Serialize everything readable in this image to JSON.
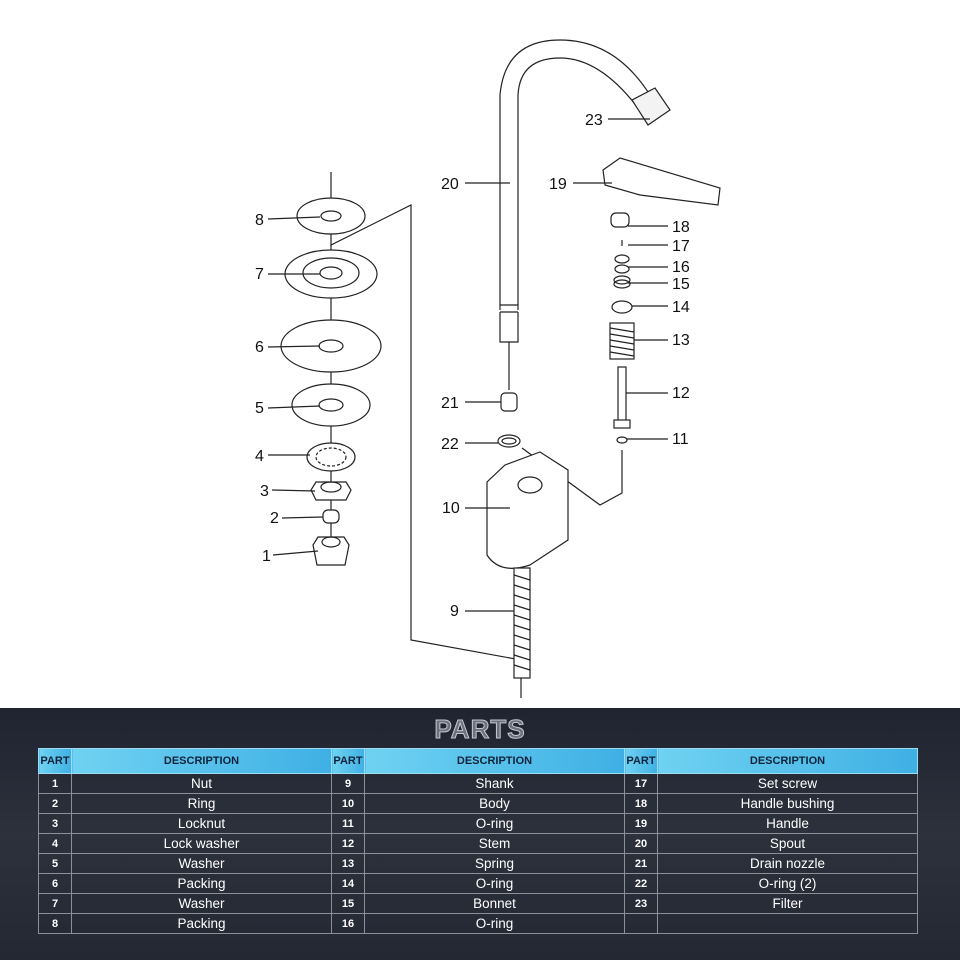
{
  "diagram": {
    "callouts": [
      "1",
      "2",
      "3",
      "4",
      "5",
      "6",
      "7",
      "8",
      "9",
      "10",
      "11",
      "12",
      "13",
      "14",
      "15",
      "16",
      "17",
      "18",
      "19",
      "20",
      "21",
      "22",
      "23"
    ]
  },
  "parts": {
    "title": "PARTS",
    "headers": [
      "PART",
      "DESCRIPTION",
      "PART",
      "DESCRIPTION",
      "PART",
      "DESCRIPTION"
    ],
    "rows": [
      [
        "1",
        "Nut",
        "9",
        "Shank",
        "17",
        "Set screw"
      ],
      [
        "2",
        "Ring",
        "10",
        "Body",
        "18",
        "Handle bushing"
      ],
      [
        "3",
        "Locknut",
        "11",
        "O-ring",
        "19",
        "Handle"
      ],
      [
        "4",
        "Lock washer",
        "12",
        "Stem",
        "20",
        "Spout"
      ],
      [
        "5",
        "Washer",
        "13",
        "Spring",
        "21",
        "Drain nozzle"
      ],
      [
        "6",
        "Packing",
        "14",
        "O-ring",
        "22",
        "O-ring (2)"
      ],
      [
        "7",
        "Washer",
        "15",
        "Bonnet",
        "23",
        "Filter"
      ],
      [
        "8",
        "Packing",
        "16",
        "O-ring",
        "",
        ""
      ]
    ]
  }
}
